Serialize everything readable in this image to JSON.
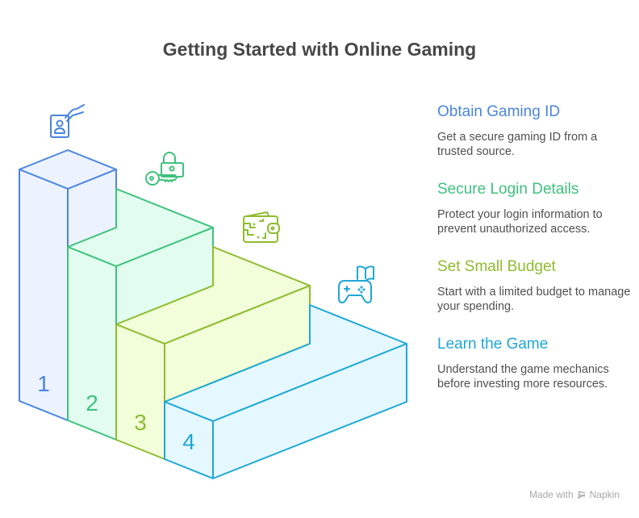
{
  "title": "Getting Started with Online Gaming",
  "steps": [
    {
      "number": "1",
      "heading": "Obtain Gaming ID",
      "description": "Get a secure gaming ID from a trusted source.",
      "icon": "id-card-hand-icon",
      "color": "#4a86e0",
      "fill": "#ecf3fe"
    },
    {
      "number": "2",
      "heading": "Secure Login Details",
      "description": "Protect your login information to prevent unauthorized access.",
      "icon": "key-lock-icon",
      "color": "#3ec27e",
      "fill": "#e2fcef"
    },
    {
      "number": "3",
      "heading": "Set Small Budget",
      "description": "Start with a limited budget to manage your spending.",
      "icon": "digital-wallet-icon",
      "color": "#8fbc2e",
      "fill": "#f2fdda"
    },
    {
      "number": "4",
      "heading": "Learn the Game",
      "description": "Understand the game mechanics before investing more resources.",
      "icon": "gamepad-book-icon",
      "color": "#1fa8d6",
      "fill": "#e6f8ff"
    }
  ],
  "footer": {
    "made_with": "Made with",
    "brand": "Napkin"
  }
}
